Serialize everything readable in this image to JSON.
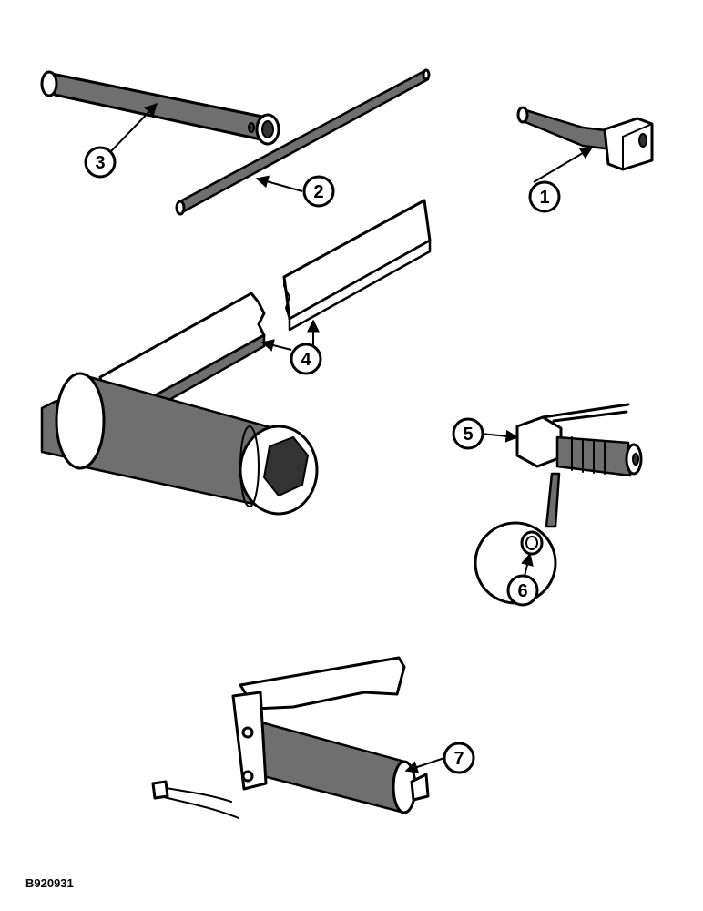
{
  "callouts": [
    "1",
    "2",
    "3",
    "4",
    "5",
    "6",
    "7"
  ],
  "figure_code": "B920931",
  "colors": {
    "ink": "#000000",
    "shade": "#6f6f6f",
    "background": "#ffffff"
  }
}
